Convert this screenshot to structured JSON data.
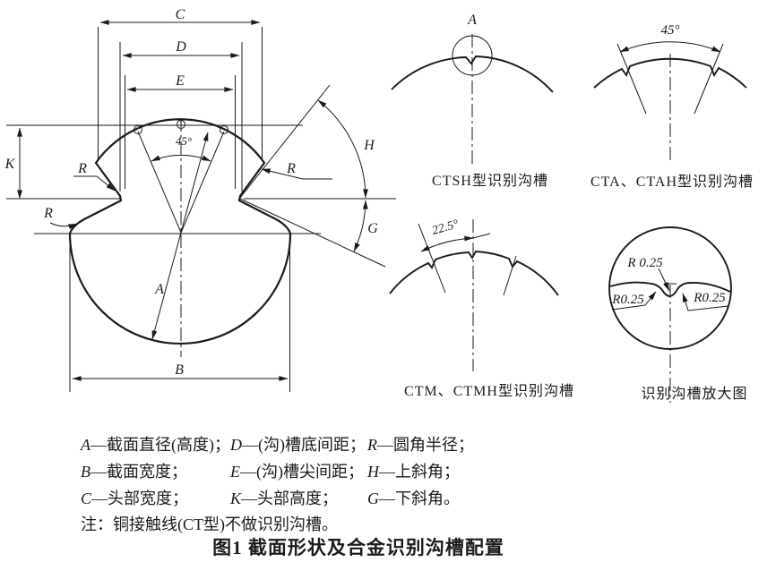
{
  "colors": {
    "ink": "#1b1b1b",
    "paper": "#ffffff"
  },
  "main": {
    "labels": {
      "c": "C",
      "d": "D",
      "e": "E",
      "k": "K",
      "a": "A",
      "b": "B",
      "h": "H",
      "g": "G",
      "r": "R",
      "angle45": "45°"
    }
  },
  "sub": {
    "ctsh": {
      "caption": "CTSH型识别沟槽",
      "marker": "A"
    },
    "cta": {
      "caption": "CTA、CTAH型识别沟槽",
      "angle": "45°"
    },
    "ctm": {
      "caption": "CTM、CTMH型识别沟槽",
      "angle": "22.5°"
    },
    "enlarged": {
      "caption": "识别沟槽放大图",
      "radius_top": "R 0.25",
      "radius_left": "R0.25",
      "radius_right": "R0.25"
    }
  },
  "legend": {
    "items": [
      {
        "letter": "A",
        "text": "—截面直径(高度)；"
      },
      {
        "letter": "D",
        "text": "—(沟)槽底间距；"
      },
      {
        "letter": "R",
        "text": "—圆角半径；"
      },
      {
        "letter": "B",
        "text": "—截面宽度；"
      },
      {
        "letter": "E",
        "text": "—(沟)槽尖间距；"
      },
      {
        "letter": "H",
        "text": "—上斜角；"
      },
      {
        "letter": "C",
        "text": "—头部宽度；"
      },
      {
        "letter": "K",
        "text": "—头部高度；"
      },
      {
        "letter": "G",
        "text": "—下斜角。"
      }
    ]
  },
  "figure": {
    "note": "注：铜接触线(CT型)不做识别沟槽。",
    "caption": "图1  截面形状及合金识别沟槽配置"
  }
}
